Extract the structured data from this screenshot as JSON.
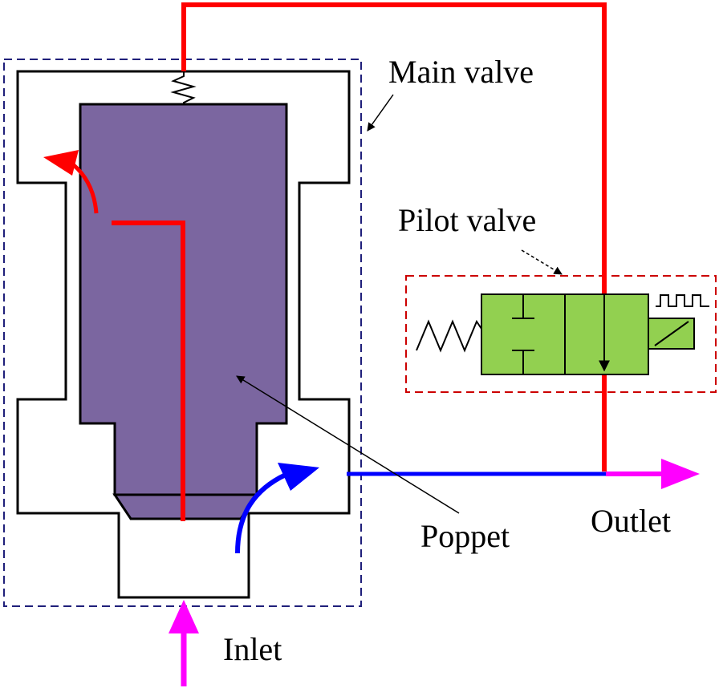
{
  "labels": {
    "main_valve": "Main valve",
    "pilot_valve": "Pilot valve",
    "poppet": "Poppet",
    "outlet": "Outlet",
    "inlet": "Inlet"
  },
  "colors": {
    "pilot_line": "#ff0000",
    "flow_main": "#0000ff",
    "inlet_outlet": "#ff00ff",
    "poppet_fill": "#7b66a0",
    "pilot_valve_fill": "#92d050",
    "main_box_border": "#1f1f7a",
    "pilot_box_border": "#cc0000"
  },
  "icons": {
    "spring": "spring-icon",
    "solenoid": "solenoid-icon",
    "pulse_signal": "pulse-signal-icon"
  }
}
